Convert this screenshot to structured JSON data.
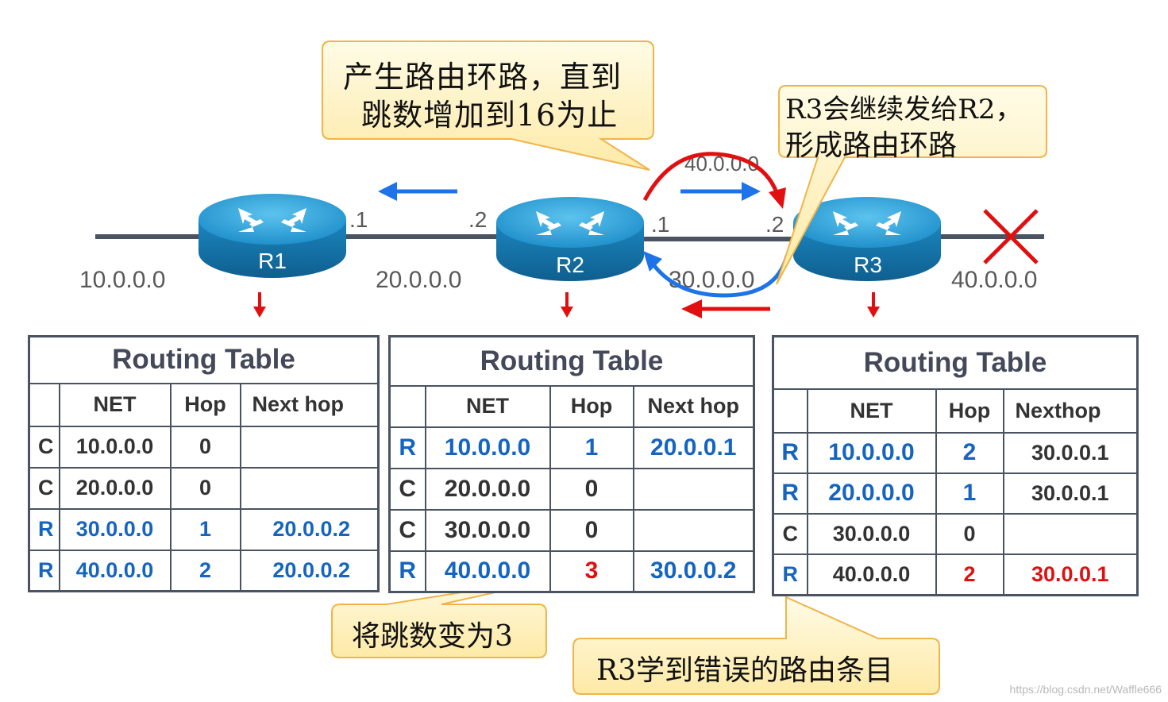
{
  "title": "",
  "routers": [
    {
      "id": "R1",
      "label": "R1"
    },
    {
      "id": "R2",
      "label": "R2"
    },
    {
      "id": "R3",
      "label": "R3"
    }
  ],
  "networks": {
    "left": "10.0.0.0",
    "r1_r2": "20.0.0.0",
    "r2_r3": "30.0.0.0",
    "right": "40.0.0.0",
    "advertised": "40.0.0.0"
  },
  "interfaces": {
    "r1_right": ".1",
    "r2_left": ".2",
    "r2_right": ".1",
    "r3_left": ".2"
  },
  "callouts": {
    "loop_line1": "产生路由环路，直到",
    "loop_line2": "跳数增加到16为止",
    "r3_line1": "R3会继续发给R2，",
    "r3_line2": "形成路由环路",
    "hop_change": "将跳数变为3",
    "wrong_entry": "R3学到错误的路由条目"
  },
  "tables": [
    {
      "name": "r1",
      "title": "Routing Table",
      "headers": [
        "NET",
        "Hop",
        "Next hop"
      ],
      "rows": [
        {
          "type": "C",
          "net": "10.0.0.0",
          "hop": "0",
          "next": ""
        },
        {
          "type": "C",
          "net": "20.0.0.0",
          "hop": "0",
          "next": ""
        },
        {
          "type": "R",
          "net": "30.0.0.0",
          "hop": "1",
          "next": "20.0.0.2"
        },
        {
          "type": "R",
          "net": "40.0.0.0",
          "hop": "2",
          "next": "20.0.0.2"
        }
      ]
    },
    {
      "name": "r2",
      "title": "Routing Table",
      "headers": [
        "NET",
        "Hop",
        "Next hop"
      ],
      "rows": [
        {
          "type": "R",
          "net": "10.0.0.0",
          "hop": "1",
          "next": "20.0.0.1"
        },
        {
          "type": "C",
          "net": "20.0.0.0",
          "hop": "0",
          "next": ""
        },
        {
          "type": "C",
          "net": "30.0.0.0",
          "hop": "0",
          "next": ""
        },
        {
          "type": "R",
          "net": "40.0.0.0",
          "hop": "3",
          "next": "30.0.0.2"
        }
      ]
    },
    {
      "name": "r3",
      "title": "Routing Table",
      "headers": [
        "NET",
        "Hop",
        "Nexthop"
      ],
      "rows": [
        {
          "type": "R",
          "net": "10.0.0.0",
          "hop": "2",
          "next": "30.0.0.1"
        },
        {
          "type": "R",
          "net": "20.0.0.0",
          "hop": "1",
          "next": "30.0.0.1"
        },
        {
          "type": "C",
          "net": "30.0.0.0",
          "hop": "0",
          "next": ""
        },
        {
          "type": "R",
          "net": "40.0.0.0",
          "hop": "2",
          "next": "30.0.0.1"
        }
      ]
    }
  ],
  "watermark": "https://blog.csdn.net/Waffle666",
  "colors": {
    "link": "#4a5361",
    "router_top": "#2a9fd4",
    "router_side": "#1a6fa3",
    "learned_blue": "#1565c0",
    "alert_red": "#e01010",
    "arrow_blue": "#1e73e8",
    "callout_fill": "#fff6c8",
    "callout_border": "#f0b44a"
  }
}
